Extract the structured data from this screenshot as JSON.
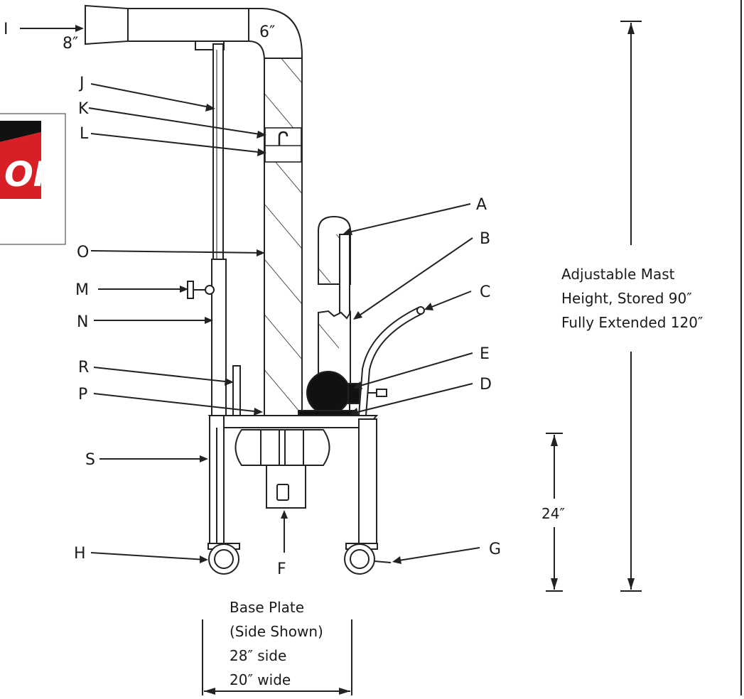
{
  "labels": {
    "A": "A",
    "B": "B",
    "C": "C",
    "D": "D",
    "E": "E",
    "F": "F",
    "G": "G",
    "H": "H",
    "I": "I",
    "J": "J",
    "K": "K",
    "L": "L",
    "M": "M",
    "N": "N",
    "O": "O",
    "P": "P",
    "R": "R",
    "S": "S"
  },
  "dimensions": {
    "duct_inlet": "8″",
    "duct_elbow": "6″",
    "base_height": "24″"
  },
  "mast_note": {
    "line1": "Adjustable Mast",
    "line2": "Height, Stored 90″",
    "line3": "Fully Extended 120″"
  },
  "base_note": {
    "line1": "Base Plate",
    "line2": "(Side Shown)",
    "line3": "28″ side",
    "line4": "20″ wide"
  },
  "logo": {
    "text": "OR",
    "accent_color": "#d91f26"
  }
}
